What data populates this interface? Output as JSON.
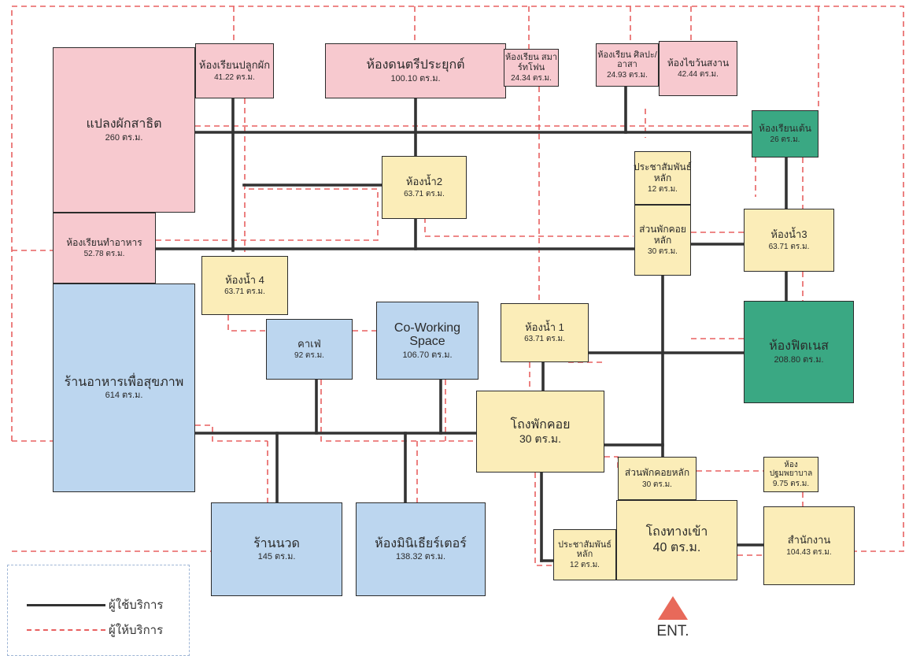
{
  "rooms": {
    "garden": {
      "name": "แปลงผักสาธิต",
      "area": "260 ตร.ม."
    },
    "plant_class": {
      "name": "ห้องเรียนปลูกผัก",
      "area": "41.22 ตร.ม."
    },
    "music": {
      "name": "ห้องดนตรีประยุกต์",
      "area": "100.10 ตร.ม."
    },
    "smartphone": {
      "name": "ห้องเรียน สมาร์ทโฟน",
      "area": "24.34 ตร.ม."
    },
    "art": {
      "name": "ห้องเรียน ศิลปะ/อาสา",
      "area": "24.93 ตร.ม."
    },
    "volunteer": {
      "name": "ห้องไขว้นสงาน",
      "area": "42.44 ตร.ม."
    },
    "dance": {
      "name": "ห้องเรียนเต้น",
      "area": "26 ตร.ม."
    },
    "pr_top": {
      "name": "ประชาสัมพันธ์หลัก",
      "area": "12 ตร.ม."
    },
    "wc2": {
      "name": "ห้องน้ำ2",
      "area": "63.71 ตร.ม."
    },
    "lounge_main": {
      "name": "ส่วนพักคอยหลัก",
      "area": "30 ตร.ม."
    },
    "wc3": {
      "name": "ห้องน้ำ3",
      "area": "63.71 ตร.ม."
    },
    "cooking": {
      "name": "ห้องเรียนทำอาหาร",
      "area": "52.78 ตร.ม."
    },
    "wc4": {
      "name": "ห้องน้ำ 4",
      "area": "63.71 ตร.ม."
    },
    "restaurant": {
      "name": "ร้านอาหารเพื่อสุขภาพ",
      "area": "614 ตร.ม."
    },
    "cafe": {
      "name": "คาเฟ่",
      "area": "92 ตร.ม."
    },
    "coworking": {
      "name": "Co-Working Space",
      "area": "106.70 ตร.ม."
    },
    "wc1": {
      "name": "ห้องน้ำ 1",
      "area": "63.71 ตร.ม."
    },
    "fitness": {
      "name": "ห้องฟิตเนส",
      "area": "208.80 ตร.ม."
    },
    "waiting_hall": {
      "name": "โถงพักคอย",
      "area": "30 ตร.ม."
    },
    "lounge_main2": {
      "name": "ส่วนพักคอยหลัก",
      "area": "30 ตร.ม."
    },
    "first_aid": {
      "name": "ห้องปฐมพยาบาล",
      "area": "9.75 ตร.ม."
    },
    "massage": {
      "name": "ร้านนวด",
      "area": "145 ตร.ม."
    },
    "minitheater": {
      "name": "ห้องมินิเธียร์เตอร์",
      "area": "138.32 ตร.ม."
    },
    "pr_bottom": {
      "name": "ประชาสัมพันธ์หลัก",
      "area": "12 ตร.ม."
    },
    "entrance_hall": {
      "name": "โถงทางเข้า",
      "area": "40 ตร.ม."
    },
    "office": {
      "name": "สำนักงาน",
      "area": "104.43 ตร.ม."
    }
  },
  "legend": {
    "users": "ผู้ใช้บริการ",
    "providers": "ผู้ให้บริการ"
  },
  "entrance_label": "ENT.",
  "colors": {
    "pink": "#f7c9cf",
    "yellow": "#fbedb8",
    "blue": "#bcd6ef",
    "green": "#3aa883",
    "user_line": "#333333",
    "provider_line": "#e86060",
    "entrance": "#e8695a"
  }
}
